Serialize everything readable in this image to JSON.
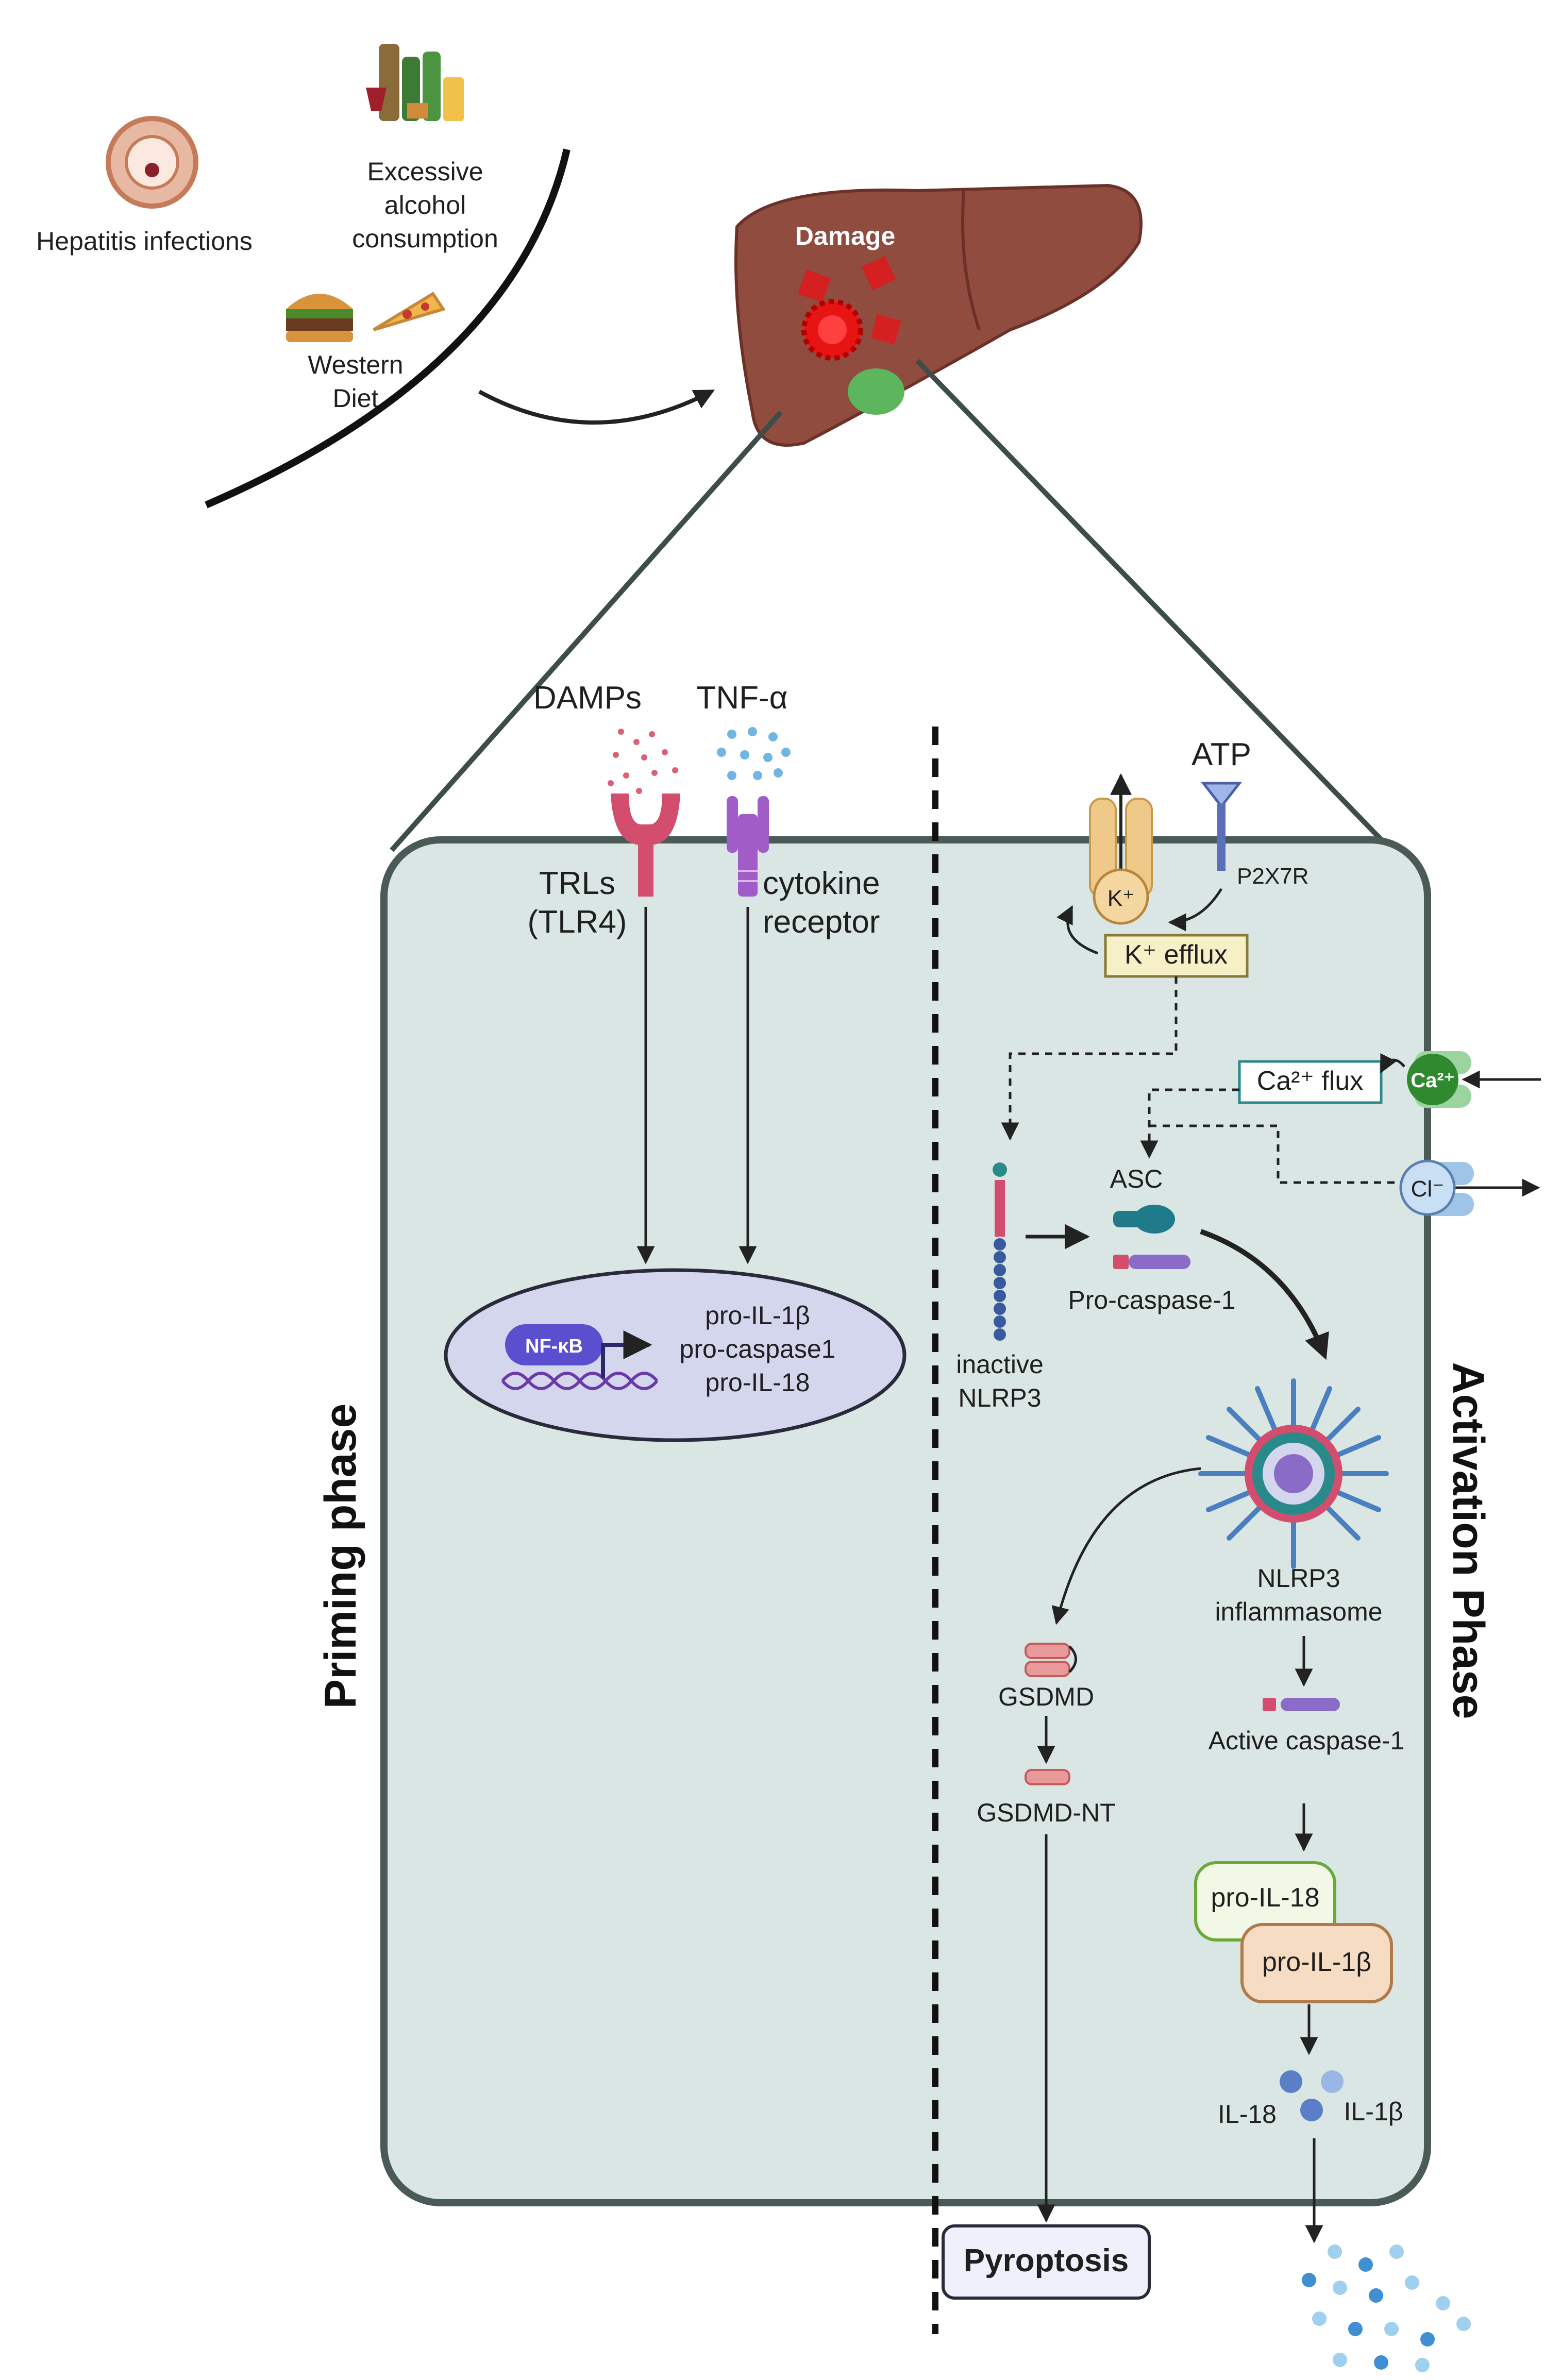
{
  "risk_factors": {
    "hepatitis": "Hepatitis infections",
    "alcohol": [
      "Excessive",
      "alcohol",
      "consumption"
    ],
    "diet": [
      "Western",
      "Diet"
    ]
  },
  "liver": {
    "damage": "Damage"
  },
  "priming": {
    "damps": "DAMPs",
    "tnf": "TNF-α",
    "trls": [
      "TRLs",
      "(TLR4)"
    ],
    "cytokine": [
      "cytokine",
      "receptor"
    ],
    "nfkb": "NF-κB",
    "genes": [
      "pro-IL-1β",
      "pro-caspase1",
      "pro-IL-18"
    ],
    "phase_label": "Priming phase"
  },
  "activation": {
    "atp": "ATP",
    "p2x7r": "P2X7R",
    "k": "K⁺",
    "k_efflux": "K⁺ efflux",
    "ca": "Ca²⁺",
    "ca_flux": "Ca²⁺ flux",
    "cl": "Cl⁻",
    "asc": "ASC",
    "procasp": "Pro-caspase-1",
    "inactive_nlrp3": [
      "inactive",
      "NLRP3"
    ],
    "inflammasome": [
      "NLRP3",
      "inflammasome"
    ],
    "gsdmd": "GSDMD",
    "gsdmd_nt": "GSDMD-NT",
    "active_casp": "Active caspase-1",
    "pro_il18": "pro-IL-18",
    "pro_il1b": "pro-IL-1β",
    "il18": "IL-18",
    "il1b": "IL-1β",
    "pyroptosis": "Pyroptosis",
    "phase_label": "Activation Phase"
  },
  "colors": {
    "cell_fill": "#dae6e3",
    "cell_stroke": "#4a5a57",
    "liver": "#8f4c3f",
    "damage_red": "#d42020",
    "tlr_pink": "#d24d6e",
    "cytokine_purple": "#a15cc7",
    "nucleus": "#d4d6ee",
    "nfkb": "#5a4fcf",
    "k_box": "#f7f0c6",
    "ca_green": "#2f8a2f",
    "cl_blue": "#9ec4e8",
    "il_blue": "#3f8fd2"
  }
}
